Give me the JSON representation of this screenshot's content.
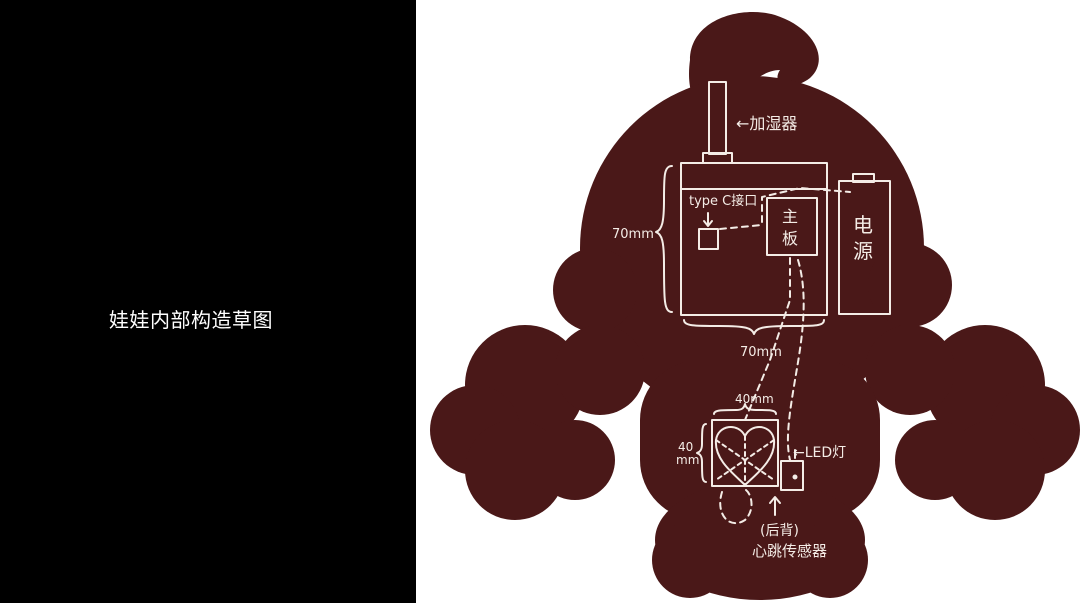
{
  "colors": {
    "left_panel_bg": "#000000",
    "doll_fill": "#4a1818",
    "chalk": "#f4ece6",
    "title_text": "#ffffff"
  },
  "title": "娃娃内部构造草图",
  "labels": {
    "humidifier": "←加湿器",
    "typec_port": "type C接口",
    "mainboard_line1": "主",
    "mainboard_line2": "板",
    "power_line1": "电",
    "power_line2": "源",
    "board_height": "70mm",
    "board_width": "70mm",
    "heart_width": "40mm",
    "heart_height_line1": "40",
    "heart_height_line2": "mm",
    "led": "←LED灯",
    "sensor_line1": "(后背)",
    "sensor_line2": "心跳传感器"
  }
}
